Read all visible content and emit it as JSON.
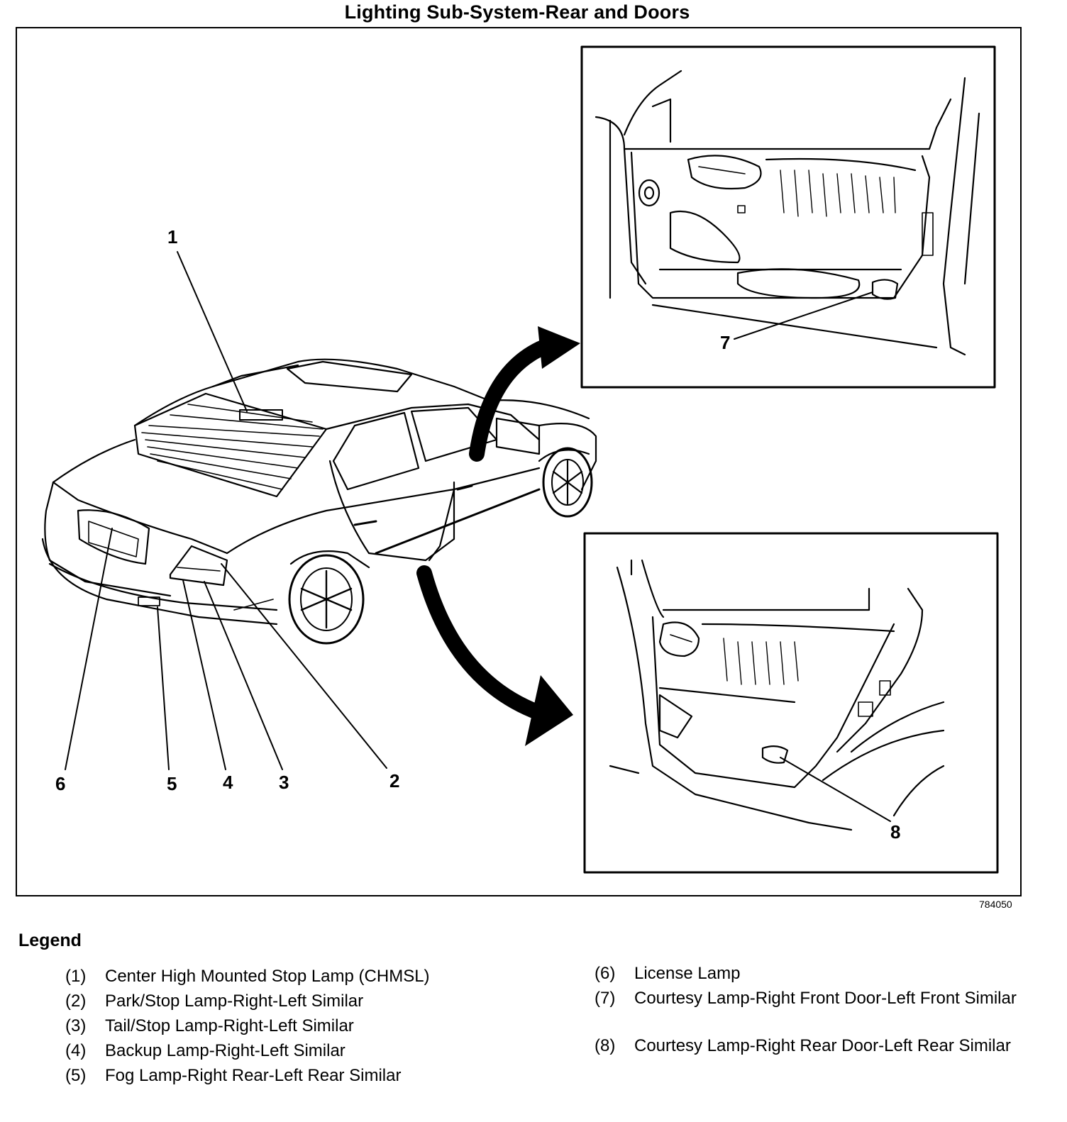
{
  "title": "Lighting Sub-System-Rear and Doors",
  "figure_id": "784050",
  "callouts": [
    "1",
    "2",
    "3",
    "4",
    "5",
    "6",
    "7",
    "8"
  ],
  "legend": {
    "heading": "Legend",
    "items": [
      {
        "num": "(1)",
        "text": "Center High Mounted Stop Lamp (CHMSL)"
      },
      {
        "num": "(2)",
        "text": "Park/Stop Lamp-Right-Left Similar"
      },
      {
        "num": "(3)",
        "text": "Tail/Stop Lamp-Right-Left Similar"
      },
      {
        "num": "(4)",
        "text": "Backup Lamp-Right-Left Similar"
      },
      {
        "num": "(5)",
        "text": "Fog Lamp-Right Rear-Left Rear Similar"
      },
      {
        "num": "(6)",
        "text": "License Lamp"
      },
      {
        "num": "(7)",
        "text": "Courtesy Lamp-Right Front Door-Left Front Similar"
      },
      {
        "num": "(8)",
        "text": "Courtesy Lamp-Right Rear Door-Left Rear Similar"
      }
    ]
  }
}
